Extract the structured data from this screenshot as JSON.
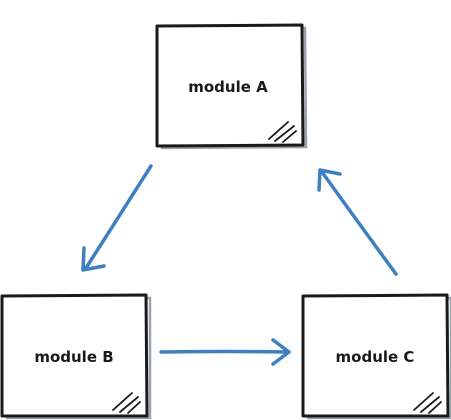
{
  "diagram": {
    "modules": [
      {
        "id": "a",
        "label": "module A"
      },
      {
        "id": "b",
        "label": "module B"
      },
      {
        "id": "c",
        "label": "module C"
      }
    ],
    "edges": [
      {
        "from": "module A",
        "to": "module B"
      },
      {
        "from": "module B",
        "to": "module C"
      },
      {
        "from": "module C",
        "to": "module A"
      }
    ],
    "colors": {
      "box_stroke": "#1a1a1a",
      "box_shadow": "#9aa3ab",
      "arrow": "#3d7fc1"
    }
  }
}
